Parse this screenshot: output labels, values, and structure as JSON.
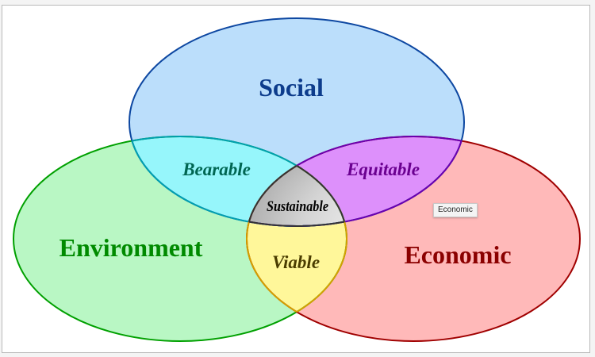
{
  "diagram": {
    "type": "venn",
    "sets": [
      {
        "id": "social",
        "label": "Social",
        "fill": "#bbdefb",
        "stroke": "#0d47a1",
        "text_color": "#0d3c8c"
      },
      {
        "id": "environment",
        "label": "Environment",
        "fill": "#b9f7c4",
        "stroke": "#00a000",
        "text_color": "#008a00"
      },
      {
        "id": "economic",
        "label": "Economic",
        "fill": "#ffb9b9",
        "stroke": "#a00000",
        "text_color": "#8b0000"
      }
    ],
    "intersections": [
      {
        "id": "social-environment",
        "label": "Bearable",
        "fill": "#96f6fb",
        "stroke": "#00a0b0",
        "text_color": "#006652"
      },
      {
        "id": "social-economic",
        "label": "Equitable",
        "fill": "#dd90fb",
        "stroke": "#6a00b0",
        "text_color": "#6a0090"
      },
      {
        "id": "environment-economic",
        "label": "Viable",
        "fill": "#fff79a",
        "stroke": "#d4a000",
        "text_color": "#4a3c00"
      },
      {
        "id": "all",
        "label": "Sustainable",
        "fill": "#c8c8c8",
        "stroke": "#333333",
        "text_color": "#000000"
      }
    ]
  },
  "tooltip": {
    "text": "Economic"
  }
}
